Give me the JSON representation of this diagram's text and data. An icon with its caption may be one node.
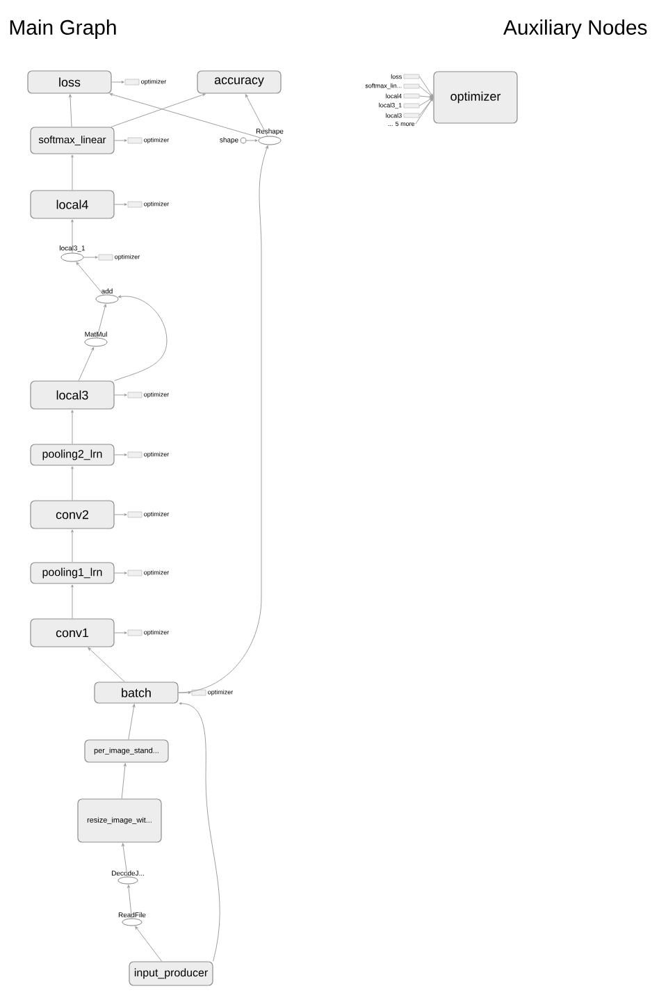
{
  "diagram": {
    "nodes": [
      {
        "text": [
          "loss"
        ]
      },
      {
        "text": [
          "accuracy"
        ]
      },
      {
        "text": [
          "softmax_linear"
        ]
      },
      {
        "text": [
          "local4"
        ]
      },
      {
        "text": [
          "local3_1"
        ]
      },
      {
        "text": [
          "add"
        ]
      },
      {
        "text": [
          "MatMul"
        ]
      },
      {
        "text": [
          "local3"
        ]
      },
      {
        "text": [
          "pooling2_lrn"
        ]
      },
      {
        "text": [
          "conv2"
        ]
      },
      {
        "text": [
          "pooling1_lrn"
        ]
      },
      {
        "text": [
          "conv1"
        ]
      },
      {
        "text": [
          "batch"
        ]
      },
      {
        "text": [
          "per_image_stand..."
        ]
      },
      {
        "text": [
          "resize_image_wit..."
        ]
      },
      {
        "text": [
          "DecodeJ..."
        ]
      },
      {
        "text": [
          "ReadFile"
        ]
      },
      {
        "text": [
          "input_producer"
        ]
      },
      {
        "text": [
          "Reshape"
        ]
      },
      {
        "text": [
          "shape"
        ]
      },
      {
        "text": [
          "optimizer"
        ]
      },
      {
        "text": [],
        "shape": "box",
        "beside": [
          "optimizer"
        ]
      },
      {
        "text": [],
        "shape": "box",
        "beside": [
          "optimizer"
        ]
      },
      {
        "text": [],
        "shape": "box",
        "beside": [
          "optimizer"
        ]
      },
      {
        "text": [],
        "shape": "box",
        "beside": [
          "optimizer"
        ]
      },
      {
        "text": [],
        "shape": "box",
        "beside": [
          "optimizer"
        ]
      },
      {
        "text": [],
        "shape": "box",
        "beside": [
          "optimizer"
        ]
      },
      {
        "text": [],
        "shape": "box",
        "beside": [
          "optimizer"
        ]
      },
      {
        "text": [],
        "shape": "box",
        "beside": [
          "optimizer"
        ]
      },
      {
        "text": [],
        "shape": "box",
        "beside": [
          "optimizer"
        ]
      },
      {
        "text": [],
        "shape": "box",
        "beside": [
          "optimizer"
        ]
      },
      {
        "text": [
          "loss"
        ]
      },
      {
        "text": [
          "softmax_lin..."
        ]
      },
      {
        "text": [
          "local4"
        ]
      },
      {
        "text": [
          "local3_1"
        ]
      },
      {
        "text": [
          "local3"
        ]
      },
      {
        "text": [
          "... 5 more"
        ]
      }
    ],
    "edges": [
      {
        "from": 2,
        "to": 0,
        "arrow": "to"
      },
      {
        "from": 2,
        "to": 1,
        "arrow": "to"
      },
      {
        "from": 18,
        "to": 0,
        "arrow": "to"
      },
      {
        "from": 18,
        "to": 1,
        "arrow": "to"
      },
      {
        "from": 19,
        "to": 18,
        "arrow": "to"
      },
      {
        "from": 3,
        "to": 2,
        "arrow": "to"
      },
      {
        "from": 4,
        "to": 3,
        "arrow": "to"
      },
      {
        "from": 5,
        "to": 4,
        "arrow": "to"
      },
      {
        "from": 6,
        "to": 5,
        "arrow": "to"
      },
      {
        "from": 7,
        "to": 6,
        "arrow": "to"
      },
      {
        "from": 7,
        "to": 5,
        "arrow": "to"
      },
      {
        "from": 8,
        "to": 7,
        "arrow": "to"
      },
      {
        "from": 9,
        "to": 8,
        "arrow": "to"
      },
      {
        "from": 10,
        "to": 9,
        "arrow": "to"
      },
      {
        "from": 11,
        "to": 10,
        "arrow": "to"
      },
      {
        "from": 12,
        "to": 11,
        "arrow": "to"
      },
      {
        "from": 12,
        "to": 18,
        "arrow": "to"
      },
      {
        "from": 13,
        "to": 12,
        "arrow": "to"
      },
      {
        "from": 14,
        "to": 13,
        "arrow": "to"
      },
      {
        "from": 15,
        "to": 14,
        "arrow": "to"
      },
      {
        "from": 16,
        "to": 15,
        "arrow": "to"
      },
      {
        "from": 17,
        "to": 16,
        "arrow": "to"
      },
      {
        "from": 17,
        "to": 12,
        "arrow": "to"
      },
      {
        "from": 0,
        "to": 21,
        "arrow": "to"
      },
      {
        "from": 2,
        "to": 22,
        "arrow": "to"
      },
      {
        "from": 3,
        "to": 23,
        "arrow": "to"
      },
      {
        "from": 4,
        "to": 24,
        "arrow": "to"
      },
      {
        "from": 7,
        "to": 25,
        "arrow": "to"
      },
      {
        "from": 8,
        "to": 26,
        "arrow": "to"
      },
      {
        "from": 9,
        "to": 27,
        "arrow": "to"
      },
      {
        "from": 10,
        "to": 28,
        "arrow": "to"
      },
      {
        "from": 11,
        "to": 29,
        "arrow": "to"
      },
      {
        "from": 12,
        "to": 30,
        "arrow": "to"
      },
      {
        "from": 31,
        "to": 20,
        "arrow": "to"
      },
      {
        "from": 32,
        "to": 20,
        "arrow": "to"
      },
      {
        "from": 33,
        "to": 20,
        "arrow": "to"
      },
      {
        "from": 34,
        "to": 20,
        "arrow": "to"
      },
      {
        "from": 35,
        "to": 20,
        "arrow": "to"
      },
      {
        "from": 36,
        "to": 20,
        "arrow": "to"
      }
    ],
    "labels": [
      "Main Graph",
      "Auxiliary Nodes"
    ]
  }
}
